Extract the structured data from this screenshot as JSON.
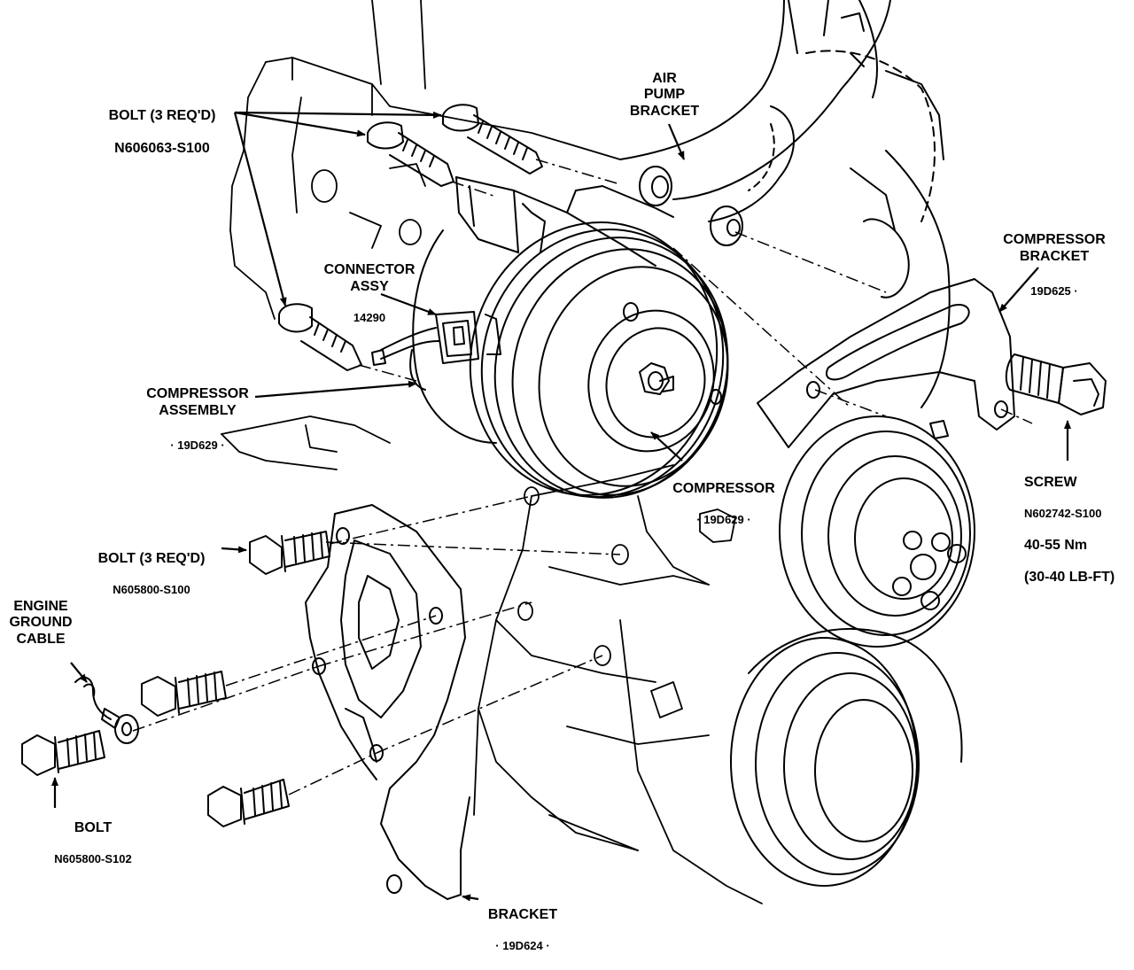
{
  "labels": {
    "bolt_top_title": "BOLT (3 REQ'D)",
    "bolt_top_part": "N606063-S100",
    "air_pump_bracket": "AIR\nPUMP\nBRACKET",
    "compressor_bracket": "COMPRESSOR\nBRACKET",
    "compressor_bracket_part": "19D625 ·",
    "connector_assy": "CONNECTOR\nASSY",
    "connector_part": "14290",
    "compressor_assembly": "COMPRESSOR\nASSEMBLY",
    "compressor_assembly_part": "· 19D629 ·",
    "compressor": "COMPRESSOR",
    "compressor_part": "· 19D629 ·",
    "screw": "SCREW",
    "screw_part": "N602742-S100",
    "screw_torque_nm": "40-55 Nm",
    "screw_torque_lbft": "(30-40 LB-FT)",
    "bolt_mid_title": "BOLT (3 REQ'D)",
    "bolt_mid_part": "N605800-S100",
    "engine_ground_cable": "ENGINE\nGROUND\nCABLE",
    "bolt_bottom_title": "BOLT",
    "bolt_bottom_part": "N605800-S102",
    "bracket": "BRACKET",
    "bracket_part": "· 19D624 ·"
  },
  "colors": {
    "ink": "#000000",
    "paper": "#ffffff"
  }
}
